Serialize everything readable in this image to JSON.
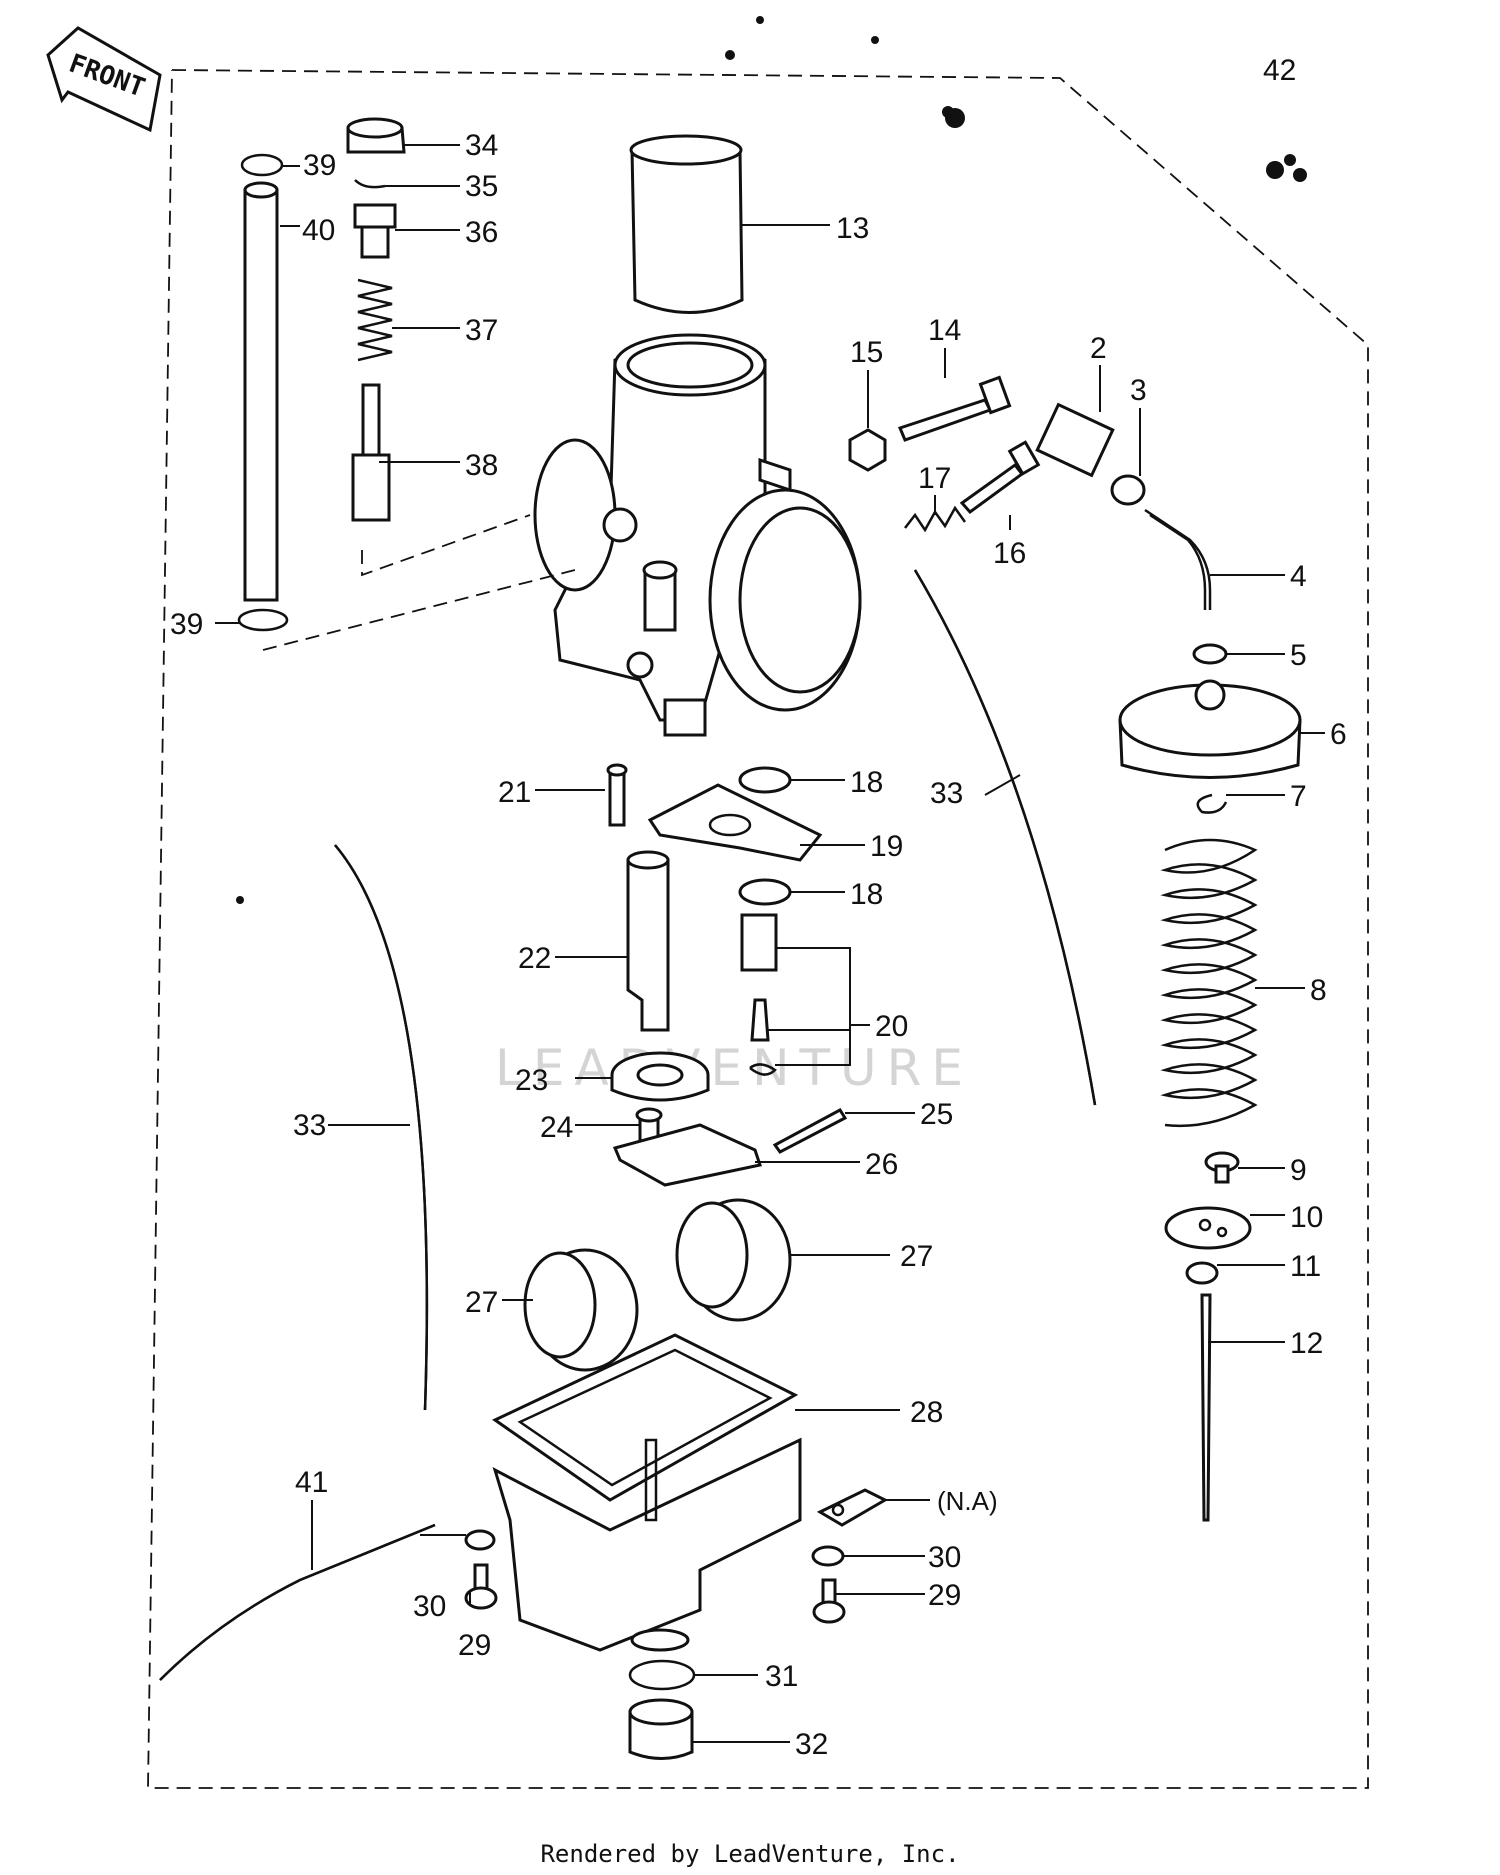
{
  "front_label": "FRONT",
  "footer": "Rendered by LeadVenture, Inc.",
  "watermark": "LEADVENTURE",
  "labels": {
    "p2": "2",
    "p3": "3",
    "p4": "4",
    "p5": "5",
    "p6": "6",
    "p7": "7",
    "p8": "8",
    "p9": "9",
    "p10": "10",
    "p11": "11",
    "p12": "12",
    "p13": "13",
    "p14": "14",
    "p15": "15",
    "p16": "16",
    "p17": "17",
    "p18a": "18",
    "p18b": "18",
    "p19": "19",
    "p20": "20",
    "p21": "21",
    "p22": "22",
    "p23": "23",
    "p24": "24",
    "p25": "25",
    "p26": "26",
    "p27a": "27",
    "p27b": "27",
    "p28": "28",
    "p29a": "29",
    "p29b": "29",
    "p30a": "30",
    "p30b": "30",
    "p31": "31",
    "p32": "32",
    "p33a": "33",
    "p33b": "33",
    "p34": "34",
    "p35": "35",
    "p36": "36",
    "p37": "37",
    "p38": "38",
    "p39a": "39",
    "p39b": "39",
    "p40": "40",
    "p41": "41",
    "p42": "42",
    "na": "(N.A)"
  }
}
